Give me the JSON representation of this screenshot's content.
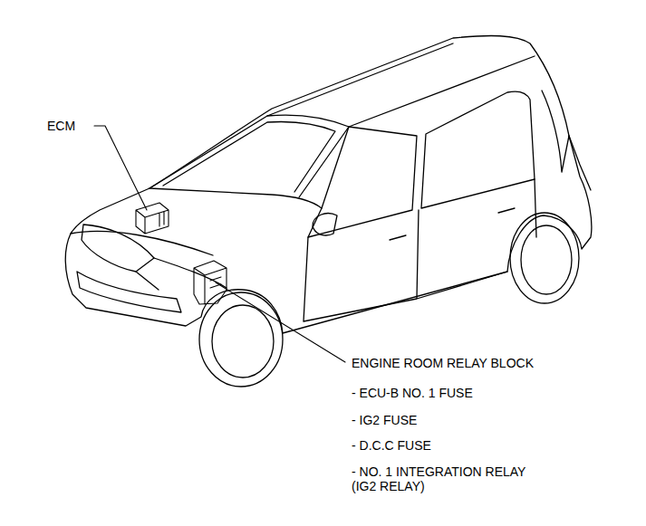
{
  "diagram": {
    "labels": [
      "ECM",
      "ENGINE ROOM RELAY BLOCK",
      "- ECU-B NO. 1 FUSE",
      "- IG2 FUSE",
      "- D.C.C FUSE",
      "- NO. 1 INTEGRATION RELAY (IG2 RELAY)"
    ]
  }
}
